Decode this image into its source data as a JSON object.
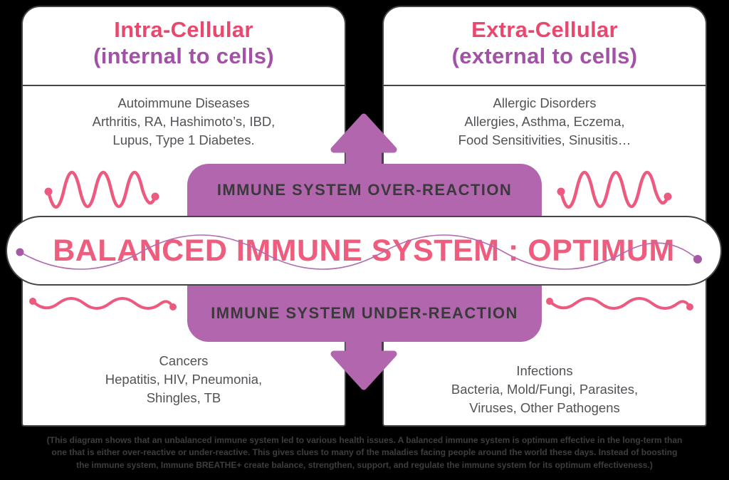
{
  "colors": {
    "background": "#000000",
    "heading_pink": "#e9486e",
    "heading_purple": "#a351a7",
    "box_purple": "#b266ae",
    "body_gray": "#515256",
    "label_dark": "#3a3a3c",
    "banner_pink": "#ee5c7e",
    "wave_pink": "#ec5a80",
    "wave_thin_purple": "#b16cb0",
    "card_border": "#434345",
    "caption_gray": "#3e3e40"
  },
  "cards": {
    "left": {
      "title": "Intra-Cellular",
      "subtitle": "(internal to cells)",
      "top_heading": "Autoimmune Diseases",
      "top_lines": [
        "Arthritis, RA, Hashimoto’s, IBD,",
        "Lupus, Type 1 Diabetes."
      ],
      "bottom_heading": "Cancers",
      "bottom_lines": [
        "Hepatitis, HIV, Pneumonia,",
        "Shingles, TB"
      ]
    },
    "right": {
      "title": "Extra-Cellular",
      "subtitle": "(external to cells)",
      "top_heading": "Allergic Disorders",
      "top_lines": [
        "Allergies, Asthma, Eczema,",
        "Food Sensitivities, Sinusitis…"
      ],
      "bottom_heading": "Infections",
      "bottom_lines": [
        "Bacteria, Mold/Fungi, Parasites,",
        "Viruses, Other Pathogens"
      ]
    }
  },
  "center": {
    "over_label": "IMMUNE SYSTEM OVER-REACTION",
    "banner_text": "BALANCED IMMUNE SYSTEM : OPTIMUM",
    "under_label": "IMMUNE SYSTEM UNDER-REACTION"
  },
  "caption": {
    "line1": "(This diagram shows that an unbalanced immune system led to various health issues. A balanced immune system is optimum effective in the long-term than",
    "line2": "one that is either over-reactive or under-reactive. This gives clues to many of the maladies facing people around the world these days. Instead of boosting",
    "line3": "the immune system, Immune BREATHE+ create balance, strengthen, support, and regulate the immune system for its optimum effectiveness.)"
  }
}
